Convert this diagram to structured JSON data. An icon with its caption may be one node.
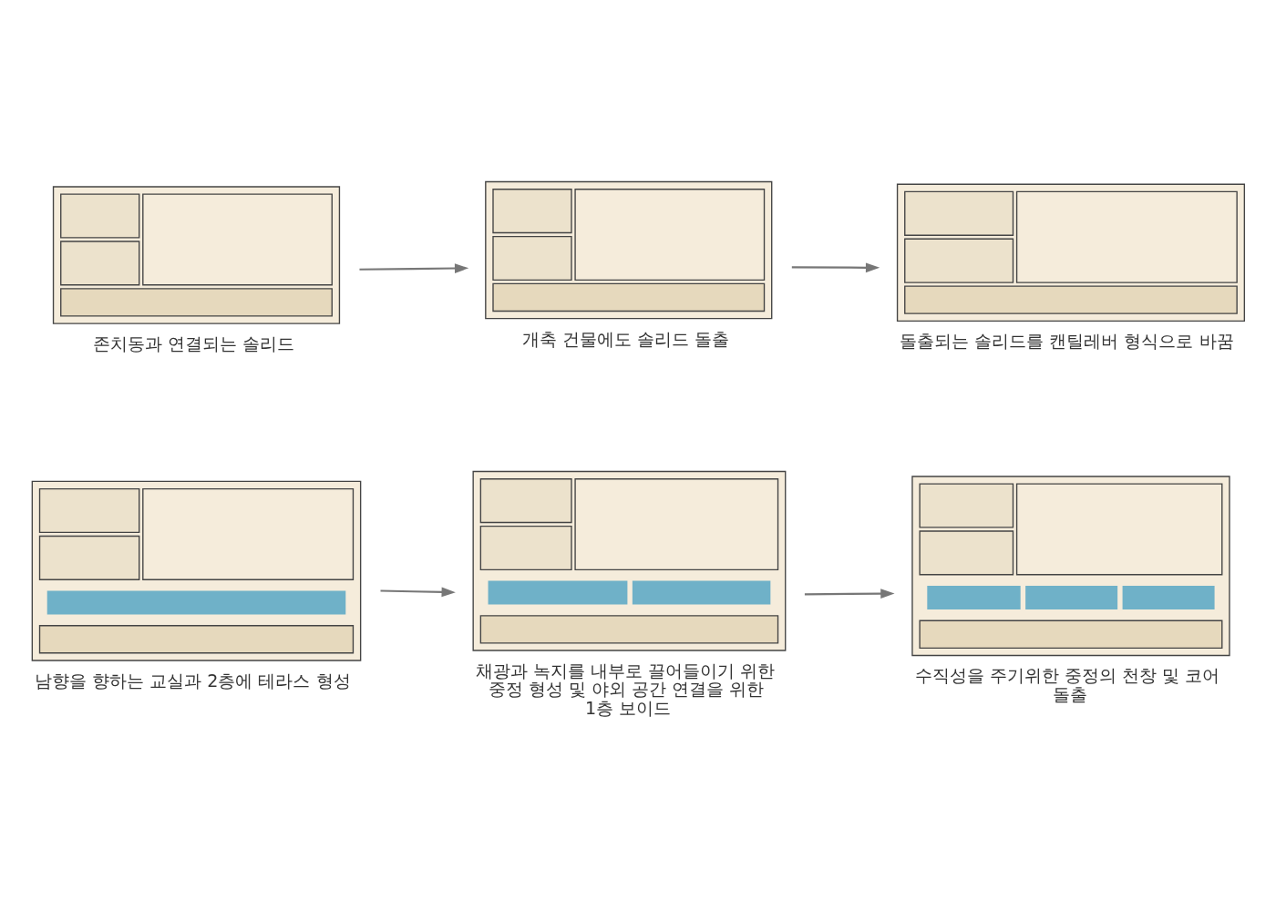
{
  "diagram": {
    "nodes": [
      {
        "text": [],
        "shape": "picture",
        "beside": [
          "존치동과 연결되는 솔리드"
        ]
      },
      {
        "text": [],
        "shape": "picture",
        "beside": [
          "개축 건물에도 솔리드 돌출"
        ]
      },
      {
        "text": [],
        "shape": "picture",
        "beside": [
          "돌출되는 솔리드를 캔틸레버 형식으로 바꿈"
        ]
      },
      {
        "text": [],
        "shape": "picture",
        "beside": [
          "남향을 향하는 교실과 2층에 테라스 형성"
        ]
      },
      {
        "text": [],
        "shape": "picture",
        "beside": [
          "채광과 녹지를 내부로 끌어들이기 위한 중정 형성 및 야외 공간 연결을 위한 1층 보이드"
        ]
      },
      {
        "text": [],
        "shape": "picture",
        "beside": [
          "수직성을 주기위한 중정의 천창 및 코어 돌출"
        ]
      }
    ],
    "edges": [
      {
        "from": 0,
        "to": 1,
        "arrow": "to"
      },
      {
        "from": 1,
        "to": 2,
        "arrow": "to"
      },
      {
        "from": 3,
        "to": 4,
        "arrow": "to"
      },
      {
        "from": 4,
        "to": 5,
        "arrow": "to"
      }
    ]
  }
}
